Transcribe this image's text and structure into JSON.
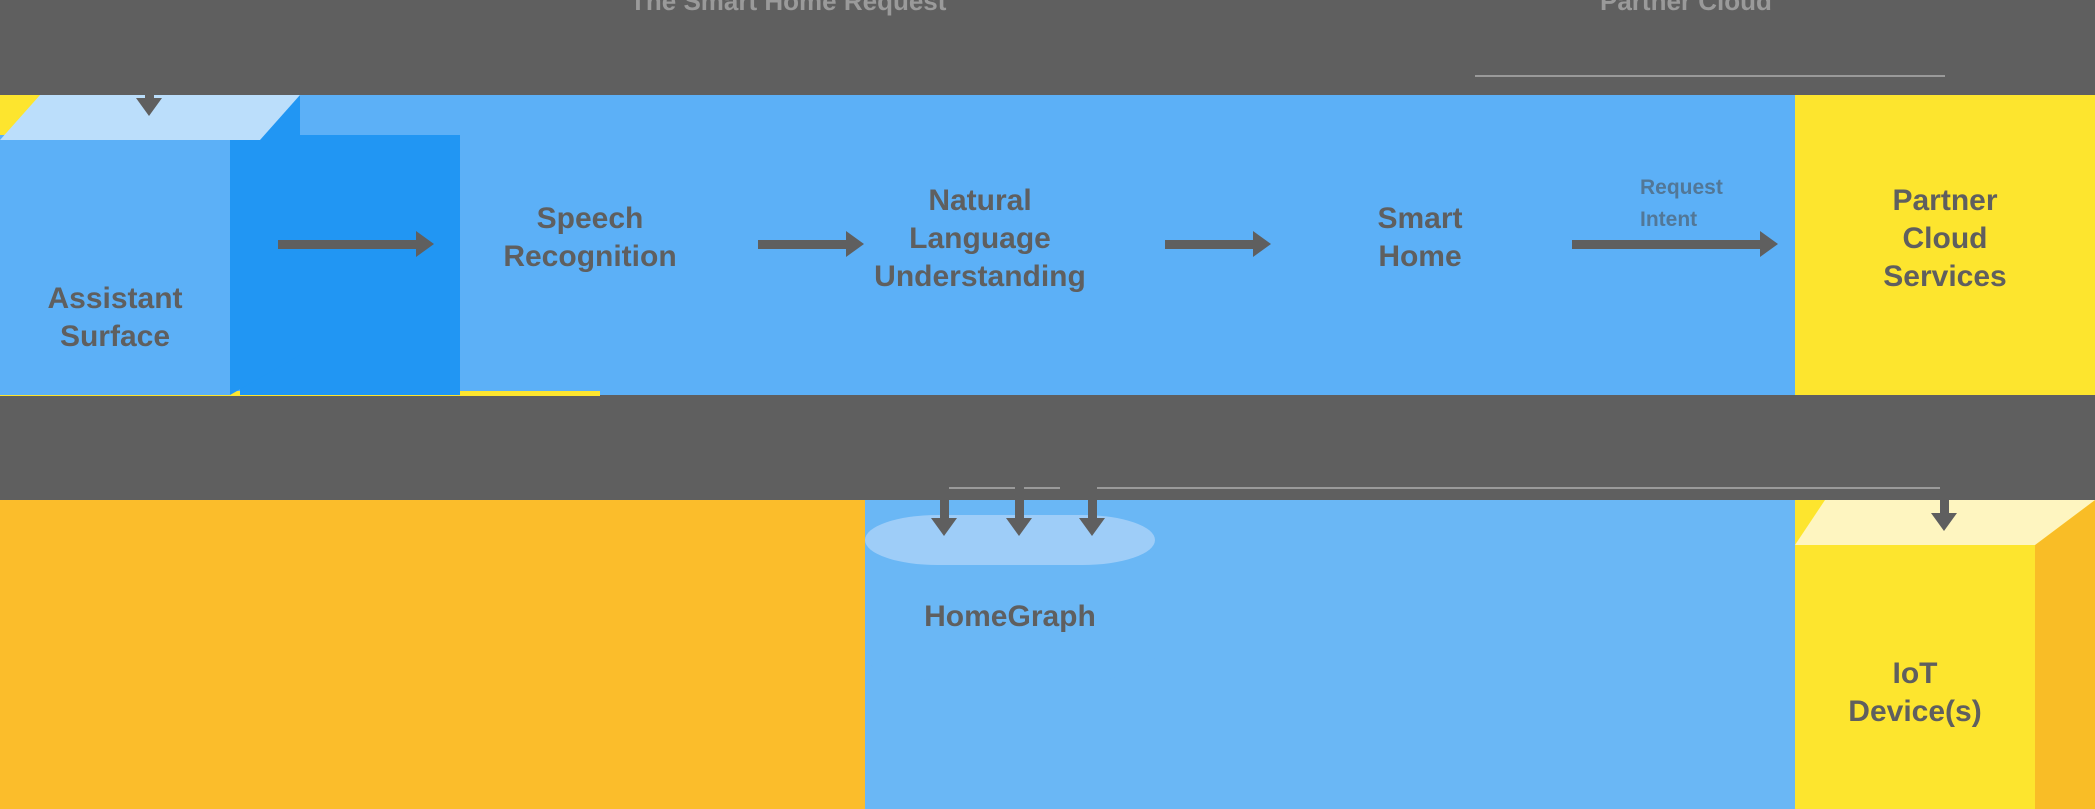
{
  "diagram": {
    "title": "The Smart Home Request",
    "subtitle": "Partner Cloud",
    "colors": {
      "background_gray": "#5f5f5f",
      "google_blue": "#5cb0f7",
      "blue_dark": "#2196f3",
      "blue_light_top": "#bbdefb",
      "google_yellow": "#fde52e",
      "amber": "#fbbd2b",
      "amber_dark": "#f9bd26",
      "cylinder_blue": "#6ab7f5",
      "cylinder_top": "#9ecdf8",
      "text_gray": "#5f5f5f"
    },
    "nodes": {
      "assistant_surface": "Assistant\nSurface",
      "assistant_surface_line1": "Assistant",
      "assistant_surface_line2": "Surface",
      "speech_recognition": "Speech\nRecognition",
      "speech_line1": "Speech",
      "speech_line2": "Recognition",
      "nlu_line1": "Natural",
      "nlu_line2": "Language",
      "nlu_line3": "Understanding",
      "smart_home_line1": "Smart",
      "smart_home_line2": "Home",
      "partner_line1": "Partner",
      "partner_line2": "Cloud",
      "partner_line3": "Services",
      "homegraph": "HomeGraph",
      "iot_line1": "IoT",
      "iot_line2": "Device(s)"
    },
    "micro_labels": {
      "line1": "Request",
      "line2": "Intent"
    },
    "edges": [
      {
        "from": "Assistant Surface",
        "to": "Speech Recognition",
        "direction": "right"
      },
      {
        "from": "Speech Recognition",
        "to": "Natural Language Understanding",
        "direction": "right"
      },
      {
        "from": "Natural Language Understanding",
        "to": "Smart Home",
        "direction": "right"
      },
      {
        "from": "Smart Home",
        "to": "Partner Cloud Services",
        "direction": "right"
      },
      {
        "from": "Smart Home",
        "to": "HomeGraph",
        "direction": "down"
      },
      {
        "from": "Partner Cloud Services",
        "to": "IoT Device(s)",
        "direction": "down"
      }
    ]
  }
}
